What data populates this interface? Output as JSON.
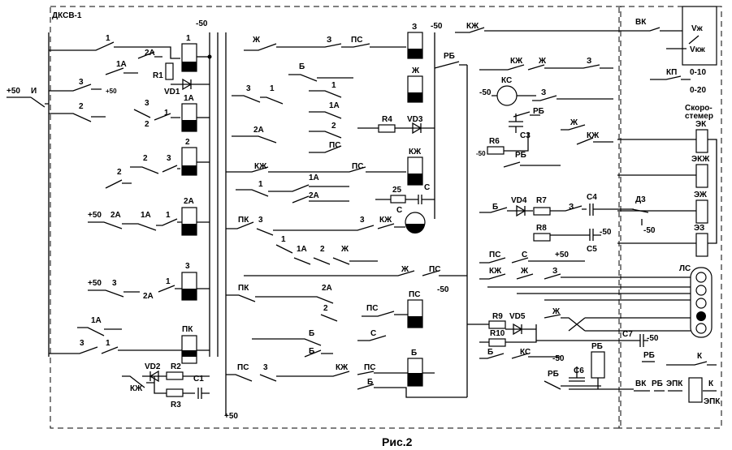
{
  "title": "ДКСВ-1",
  "caption": "Рис.2",
  "supplies": {
    "p50": "+50",
    "m50": "-50"
  },
  "contacts": {
    "I": "И",
    "c1": "1",
    "c2": "2",
    "c3": "3",
    "c2A": "2А",
    "c1A": "1А",
    "Zh": "Ж",
    "Z": "З",
    "PS": "ПС",
    "KZh": "КЖ",
    "PK": "ПК",
    "B": "Б",
    "S": "С",
    "RB": "РБ",
    "KS": "КС",
    "VK": "ВК",
    "KP": "КП",
    "K": "К",
    "EPK": "ЭПК"
  },
  "relays": {
    "r1": "1",
    "r1A": "1А",
    "r2": "2",
    "r2A": "2А",
    "r3": "3",
    "rPK": "ПК",
    "rZ": "З",
    "rZh": "Ж",
    "rKZh": "КЖ",
    "rPS": "ПС",
    "rB": "Б",
    "rRB": "РБ"
  },
  "components": {
    "R1": "R1",
    "R2": "R2",
    "R3": "R3",
    "R4": "R4",
    "R6": "R6",
    "R7": "R7",
    "R8": "R8",
    "R9": "R9",
    "R10": "R10",
    "VD1": "VD1",
    "VD2": "VD2",
    "VD3": "VD3",
    "VD4": "VD4",
    "VD5": "VD5",
    "C1": "C1",
    "C3": "C3",
    "C4": "C4",
    "C5": "C5",
    "C6": "С6",
    "C7": "С7",
    "C": "С",
    "n25": "25",
    "KS": "КС",
    "D3": "Д3"
  },
  "meter": {
    "vzh": "Vж",
    "vkzh": "Vкж",
    "r10": "0-10",
    "r20": "0-20"
  },
  "speedometer": {
    "line1": "Скоро-",
    "line2": "стемер"
  },
  "lamps": {
    "EK": "ЭК",
    "EKZh": "ЭКЖ",
    "EZh": "ЭЖ",
    "EZ": "ЭЗ",
    "LS": "ЛС"
  },
  "bottom": {
    "VK": "ВК",
    "RB": "РБ",
    "EPK": "ЭПК",
    "K": "К"
  },
  "colors": {
    "line": "#000000",
    "background": "#ffffff"
  }
}
